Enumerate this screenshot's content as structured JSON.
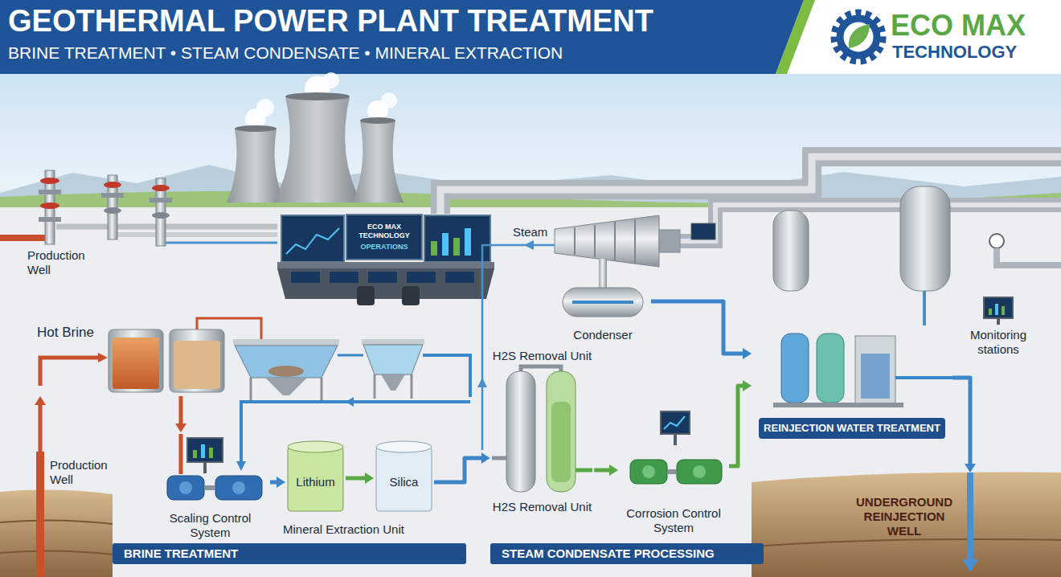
{
  "diagram": {
    "title": "GEOTHERMAL POWER PLANT TREATMENT",
    "nodes": [
      {
        "text": [
          "Production Well"
        ]
      },
      {
        "text": [
          "ECO MAX TECHNOLOGY",
          "OPERATIONS"
        ]
      },
      {
        "text": [
          "Condenser"
        ]
      },
      {
        "text": [
          "Monitoring stations"
        ]
      },
      {
        "text": [
          "Hot Brine"
        ]
      },
      {
        "text": [
          "REINJECTION WATER TREATMENT"
        ]
      },
      {
        "text": [
          "H2S Removal Unit",
          "H2S Removal Unit"
        ]
      },
      {
        "text": [
          "Production Well"
        ]
      },
      {
        "text": [
          "Scaling Control System"
        ]
      },
      {
        "text": [
          "Lithium"
        ]
      },
      {
        "text": [
          "Silica"
        ]
      },
      {
        "text": [
          "Corrosion Control System"
        ]
      },
      {
        "text": [
          "UNDERGROUND REINJECTION WELL"
        ]
      },
      {
        "text": [
          "BRINE TREATMENT"
        ]
      },
      {
        "text": [
          "STEAM CONDENSATE PROCESSING"
        ]
      }
    ],
    "edges": [
      {
        "from": 7,
        "to": 4,
        "arrow": "to"
      },
      {
        "from": 4,
        "to": 8,
        "arrow": "to"
      },
      {
        "from": 8,
        "to": 9,
        "arrow": "to"
      },
      {
        "from": 9,
        "to": 10,
        "arrow": "to"
      },
      {
        "from": 10,
        "to": 6,
        "arrow": "to"
      },
      {
        "from": 6,
        "to": 11,
        "arrow": "to"
      },
      {
        "from": 11,
        "to": 5,
        "arrow": "to"
      },
      {
        "from": 2,
        "to": 5,
        "arrow": "to"
      },
      {
        "from": 5,
        "to": 12,
        "arrow": "to"
      }
    ],
    "labels": [
      "BRINE TREATMENT • STEAM CONDENSATE • MINERAL EXTRACTION",
      "ECO MAX",
      "TECHNOLOGY",
      "Steam",
      "Mineral Extraction Unit"
    ]
  }
}
